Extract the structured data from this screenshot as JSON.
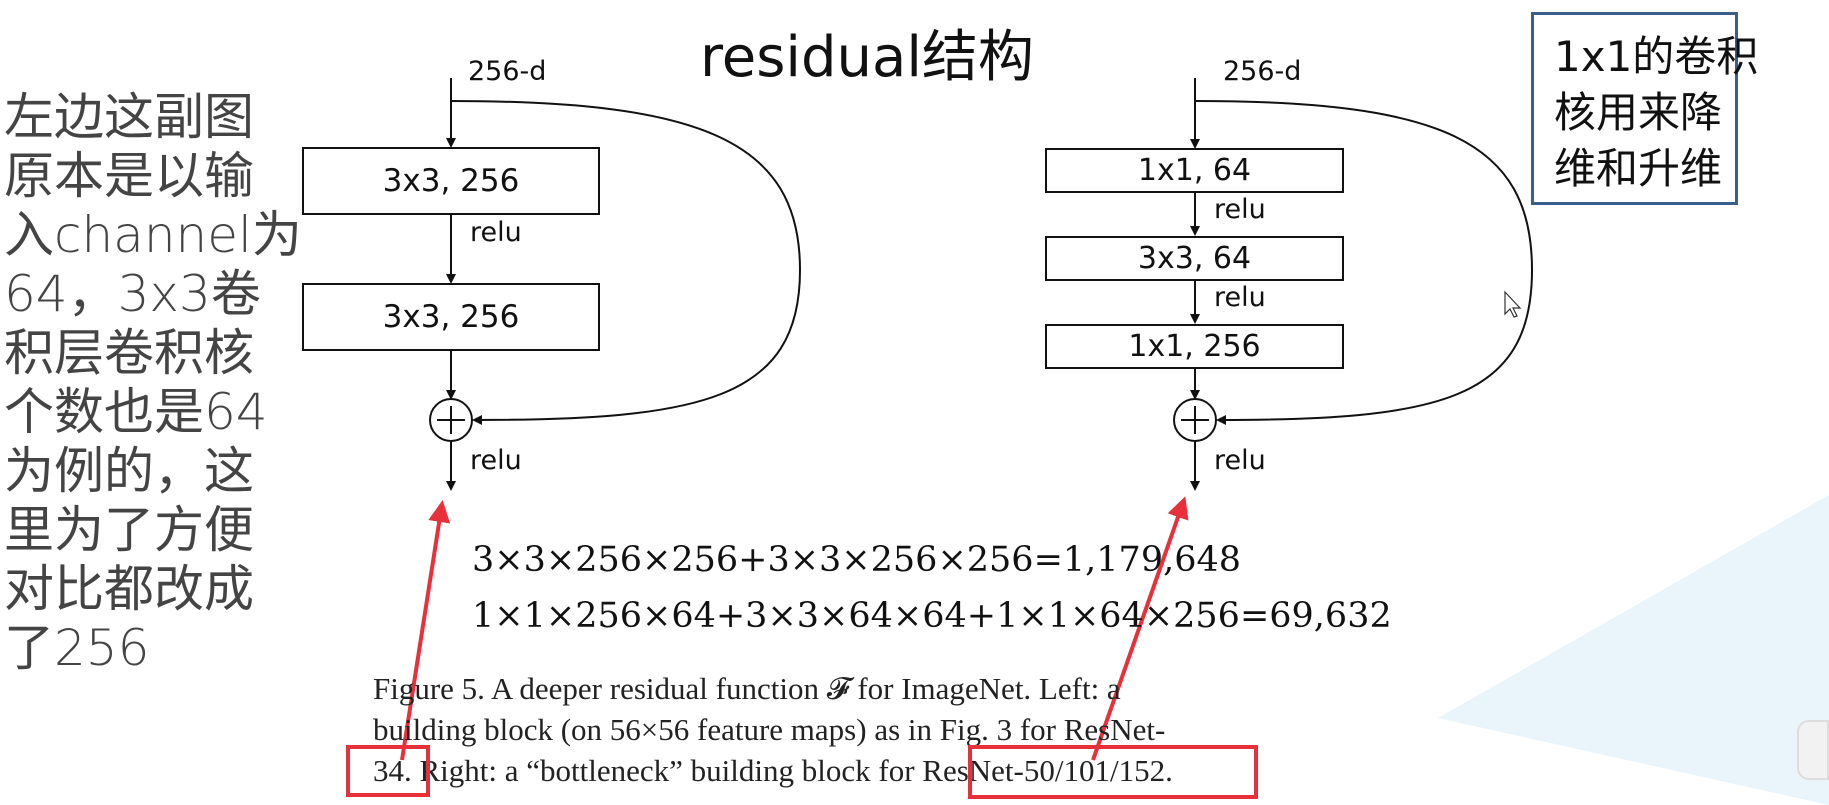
{
  "title": "residual结构",
  "left_note": [
    "左边这副图",
    "原本是以输",
    "入channel为",
    "64，3x3卷",
    "积层卷积核",
    "个数也是64",
    "为例的，这",
    "里为了方便",
    "对比都改成",
    "了256"
  ],
  "right_note": [
    "1x1的卷积",
    "核用来降",
    "维和升维"
  ],
  "left_block": {
    "input_label": "256-d",
    "layer1": "3x3, 256",
    "relu1": "relu",
    "layer2": "3x3, 256",
    "relu_out": "relu"
  },
  "right_block": {
    "input_label": "256-d",
    "layer1": "1x1, 64",
    "relu1": "relu",
    "layer2": "3x3, 64",
    "relu2": "relu",
    "layer3": "1x1, 256",
    "relu_out": "relu"
  },
  "formulas": {
    "line1": "3×3×256×256+3×3×256×256=1,179,648",
    "line2": "1×1×256×64+3×3×64×64+1×1×64×256=69,632"
  },
  "caption": {
    "line1": "Figure 5. A deeper residual function 𝓕 for ImageNet.  Left: a",
    "line2": "building block (on 56×56 feature maps) as in Fig. 3 for ResNet-",
    "line3": "34. Right: a “bottleneck” building block for ResNet-50/101/152."
  },
  "colors": {
    "annotation_red": "#e8303a",
    "note_border": "#3a5f8f",
    "decor_blue": "#eaf4fb"
  }
}
